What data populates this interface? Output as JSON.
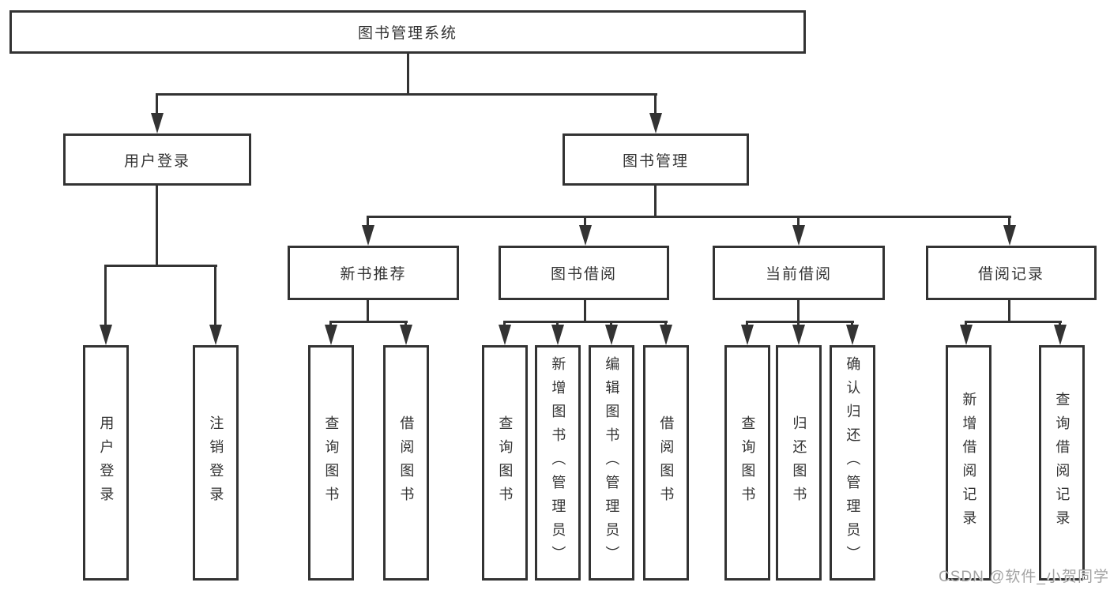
{
  "diagram": {
    "root": {
      "label": "图书管理系统"
    },
    "branches": [
      {
        "label": "用户登录",
        "children": [
          {
            "label": "用户登录"
          },
          {
            "label": "注销登录"
          }
        ]
      },
      {
        "label": "图书管理",
        "children": [
          {
            "label": "新书推荐",
            "children": [
              {
                "label": "查询图书"
              },
              {
                "label": "借阅图书"
              }
            ]
          },
          {
            "label": "图书借阅",
            "children": [
              {
                "label": "查询图书"
              },
              {
                "label": "新增图书（管理员）"
              },
              {
                "label": "编辑图书（管理员）"
              },
              {
                "label": "借阅图书"
              }
            ]
          },
          {
            "label": "当前借阅",
            "children": [
              {
                "label": "查询图书"
              },
              {
                "label": "归还图书"
              },
              {
                "label": "确认归还（管理员）"
              }
            ]
          },
          {
            "label": "借阅记录",
            "children": [
              {
                "label": "新增借阅记录"
              },
              {
                "label": "查询借阅记录"
              }
            ]
          }
        ]
      }
    ]
  },
  "watermark": {
    "text": "CSDN @软件_小贺同学"
  },
  "colors": {
    "line": "#333333",
    "text": "#333333",
    "watermark": "#9e9e9e",
    "background": "#ffffff"
  }
}
